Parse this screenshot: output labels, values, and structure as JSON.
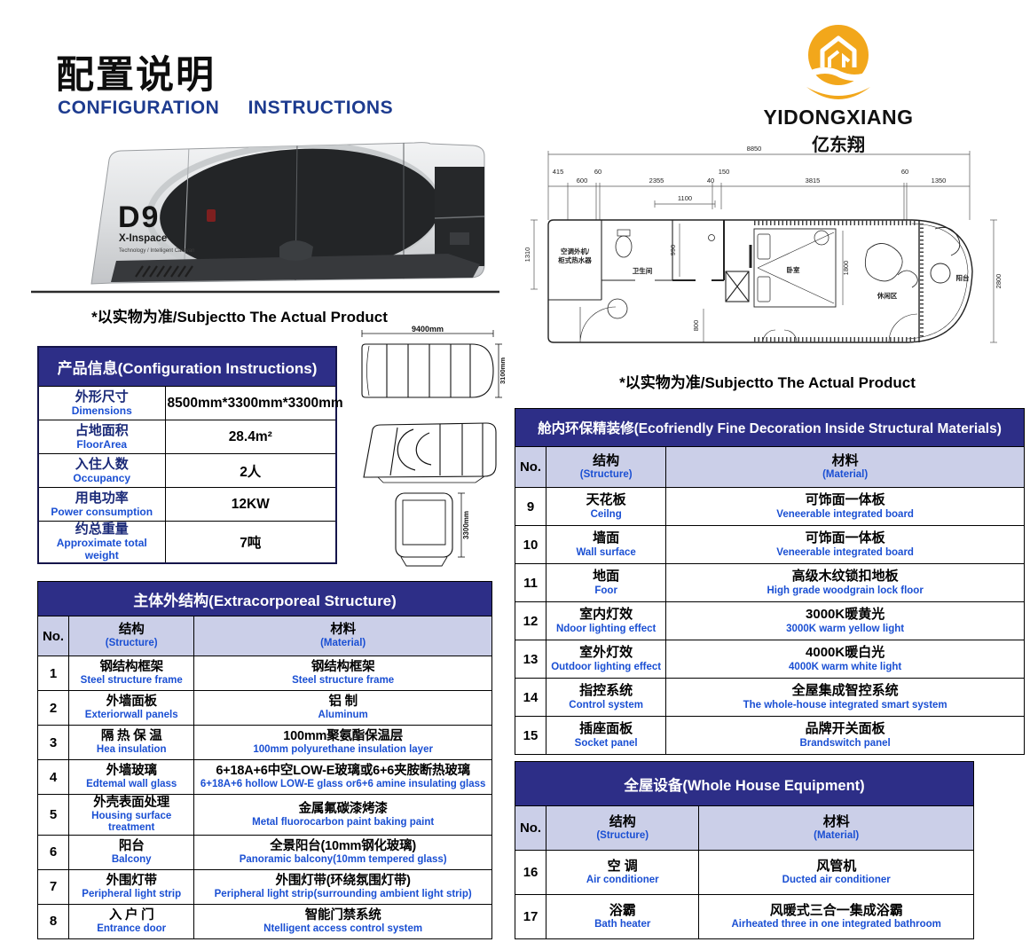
{
  "page": {
    "title_zh": "配置说明",
    "title_en": "CONFIGURATION INSTRUCTIONS"
  },
  "brand": {
    "name_en": "YIDONGXIANG",
    "name_zh": "亿东翔"
  },
  "product_photo": {
    "model": "D9",
    "series": "X-Inspace",
    "tagline": "Technology / Intelligent Caravan",
    "caption": "*以实物为准/Subjectto The Actual Product"
  },
  "floor_plan": {
    "caption": "*以实物为准/Subjectto The Actual Product",
    "total_width": "8850",
    "segments": [
      "415",
      "600",
      "60",
      "2355",
      "40",
      "150",
      "3815",
      "60",
      "1350"
    ],
    "inner_width": "1100",
    "left_height": "1310",
    "right_height": "2800",
    "bath_depth": "990",
    "bed_width": "1800",
    "hall_width": "800",
    "rooms": {
      "ac_line1": "空调外机/",
      "ac_line2": "柜式热水器",
      "bathroom": "卫生间",
      "bedroom": "卧室",
      "lounge": "休闲区",
      "balcony": "阳台"
    }
  },
  "views": {
    "top_width": "9400mm",
    "top_depth": "3100mm",
    "rear_height": "3300mm"
  },
  "cols": {
    "no": "No.",
    "s_zh": "结构",
    "s_en": "(Structure)",
    "m_zh": "材料",
    "m_en": "(Material)"
  },
  "product_info": {
    "header": "产品信息(Configuration Instructions)",
    "rows": [
      {
        "zh": "外形尺寸",
        "en": "Dimensions",
        "value": "8500mm*3300mm*3300mm"
      },
      {
        "zh": "占地面积",
        "en": "FloorArea",
        "value": "28.4m²"
      },
      {
        "zh": "入住人数",
        "en": "Occupancy",
        "value": "2人"
      },
      {
        "zh": "用电功率",
        "en": "Power consumption",
        "value": "12KW"
      },
      {
        "zh": "约总重量",
        "en": "Approximate total weight",
        "value": "7吨"
      }
    ]
  },
  "structure_table": {
    "header": "主体外结构(Extracorporeal Structure)",
    "rows": [
      {
        "no": "1",
        "s_zh": "钢结构框架",
        "s_en": "Steel structure frame",
        "m_zh": "钢结构框架",
        "m_en": "Steel structure frame"
      },
      {
        "no": "2",
        "s_zh": "外墙面板",
        "s_en": "Exteriorwall panels",
        "m_zh": "铝 制",
        "m_en": "Aluminum"
      },
      {
        "no": "3",
        "s_zh": "隔 热 保 温",
        "s_en": "Hea insulation",
        "m_zh": "100mm聚氨酯保温层",
        "m_en": "100mm polyurethane insulation layer"
      },
      {
        "no": "4",
        "s_zh": "外墙玻璃",
        "s_en": "Edtemal wall glass",
        "m_zh": "6+18A+6中空LOW-E玻璃或6+6夹胺断热玻璃",
        "m_en": "6+18A+6 hollow LOW-E glass or6+6 amine insulating glass"
      },
      {
        "no": "5",
        "s_zh": "外壳表面处理",
        "s_en": "Housing surface treatment",
        "m_zh": "金属氟碳漆烤漆",
        "m_en": "Metal fluorocarbon paint baking paint"
      },
      {
        "no": "6",
        "s_zh": "阳台",
        "s_en": "Balcony",
        "m_zh": "全景阳台(10mm钢化玻璃)",
        "m_en": "Panoramic balcony(10mm tempered glass)"
      },
      {
        "no": "7",
        "s_zh": "外围灯带",
        "s_en": "Peripheral light strip",
        "m_zh": "外围灯带(环绕氛围灯带)",
        "m_en": "Peripheral light strip(surrounding ambient light strip)"
      },
      {
        "no": "8",
        "s_zh": "入 户 门",
        "s_en": "Entrance door",
        "m_zh": "智能门禁系统",
        "m_en": "Ntelligent access control system"
      }
    ]
  },
  "decoration_table": {
    "header": "舱内环保精装修(Ecofriendly Fine Decoration Inside Structural Materials)",
    "rows": [
      {
        "no": "9",
        "s_zh": "天花板",
        "s_en": "Ceilng",
        "m_zh": "可饰面一体板",
        "m_en": "Veneerable integrated board"
      },
      {
        "no": "10",
        "s_zh": "墙面",
        "s_en": "Wall surface",
        "m_zh": "可饰面一体板",
        "m_en": "Veneerable integrated board"
      },
      {
        "no": "11",
        "s_zh": "地面",
        "s_en": "Foor",
        "m_zh": "高级木纹锁扣地板",
        "m_en": "High grade woodgrain lock floor"
      },
      {
        "no": "12",
        "s_zh": "室内灯效",
        "s_en": "Ndoor lighting effect",
        "m_zh": "3000K暖黄光",
        "m_en": "3000K warm yellow light"
      },
      {
        "no": "13",
        "s_zh": "室外灯效",
        "s_en": "Outdoor lighting effect",
        "m_zh": "4000K暖白光",
        "m_en": "4000K warm white light"
      },
      {
        "no": "14",
        "s_zh": "指控系统",
        "s_en": "Control system",
        "m_zh": "全屋集成智控系统",
        "m_en": "The whole-house integrated smart system"
      },
      {
        "no": "15",
        "s_zh": "插座面板",
        "s_en": "Socket panel",
        "m_zh": "品牌开关面板",
        "m_en": "Brandswitch panel"
      }
    ]
  },
  "equipment_table": {
    "header": "全屋设备(Whole House Equipment)",
    "rows": [
      {
        "no": "16",
        "s_zh": "空  调",
        "s_en": "Air conditioner",
        "m_zh": "风管机",
        "m_en": "Ducted air conditioner"
      },
      {
        "no": "17",
        "s_zh": "浴霸",
        "s_en": "Bath heater",
        "m_zh": "风暖式三合一集成浴霸",
        "m_en": "Airheated three in one integrated bathroom"
      }
    ]
  },
  "colors": {
    "header_navy": "#2d2e87",
    "accent_blue": "#1a4fd3",
    "subheader_lavender": "#cbcfe8",
    "logo_gold": "#f2a71b"
  }
}
